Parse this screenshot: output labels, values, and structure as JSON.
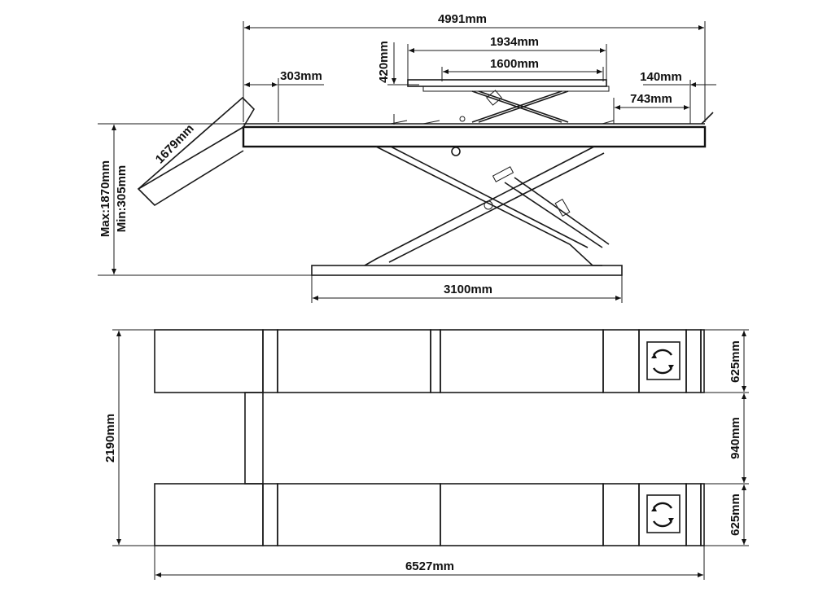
{
  "side_view": {
    "overall_length": "4991mm",
    "top_platform_length": "1934mm",
    "inner_platform_length": "1600mm",
    "secondary_lift_height": "420mm",
    "front_offset": "303mm",
    "rear_gap": "140mm",
    "rear_platform": "743mm",
    "ramp_length": "1679mm",
    "max_height": "Max:1870mm",
    "min_height": "Min:305mm",
    "base_length": "3100mm"
  },
  "top_view": {
    "overall_width": "2190mm",
    "runway_width_top": "625mm",
    "inner_gap": "940mm",
    "runway_width_bottom": "625mm",
    "overall_length": "6527mm"
  }
}
